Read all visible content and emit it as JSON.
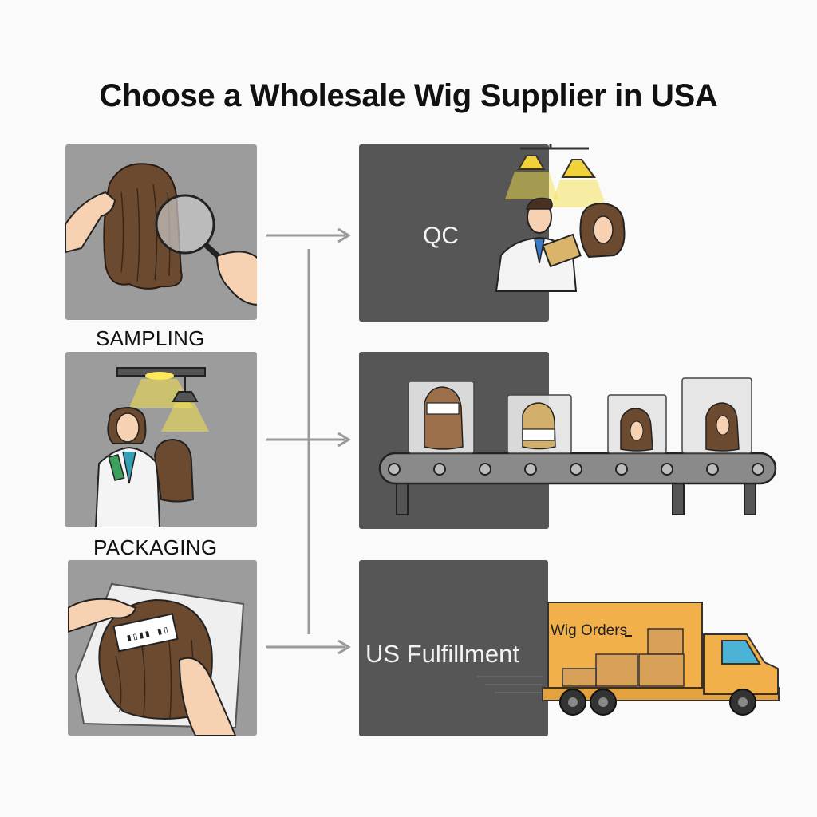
{
  "title": "Choose a Wholesale Wig Supplier in USA",
  "steps": {
    "sampling": "SAMPLING",
    "packaging": "PACKAGING"
  },
  "panels": {
    "qc": "QC",
    "fulfillment": "US Fulfillment"
  },
  "truck": {
    "sign": "Wig Orders"
  },
  "icons": [
    "hair-inspection-icon",
    "lab-technician-icon",
    "wig-bag-icon",
    "quality-inspector-icon",
    "conveyor-belt-icon",
    "delivery-truck-icon",
    "arrow-right-icon"
  ],
  "colors": {
    "left_panel": "#9c9c9c",
    "right_panel": "#565656",
    "connector": "#9a9a9a",
    "truck": "#f2b04a",
    "hair": "#6b4a30",
    "lamp_glow": "#f4e04a"
  }
}
